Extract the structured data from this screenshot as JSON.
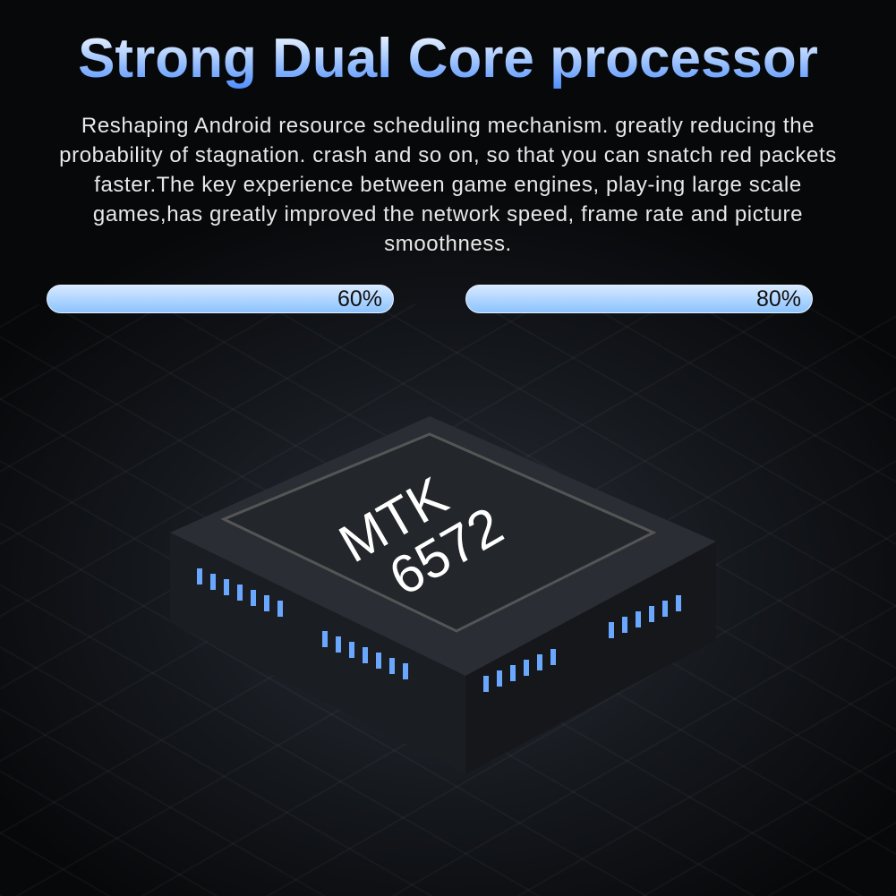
{
  "title": "Strong Dual Core processor",
  "description": "Reshaping Android resource scheduling mechanism. greatly reducing the probability of stagnation. crash and so on, so that you can snatch red packets faster.The key experience between game engines, play-ing large scale games,has greatly improved the network speed, frame rate and picture smoothness.",
  "bars": [
    {
      "label": "60%",
      "value": 60
    },
    {
      "label": "80%",
      "value": 80
    }
  ],
  "chip": {
    "line1": "MTK",
    "line2": "6572"
  },
  "colors": {
    "accent": "#4a8cff",
    "bar": "#a8d2ff"
  }
}
